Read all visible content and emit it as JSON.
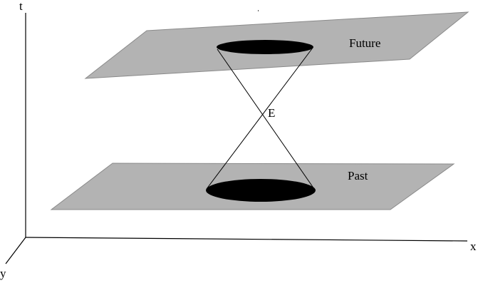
{
  "axes": {
    "t_label": "t",
    "x_label": "x",
    "y_label": "y"
  },
  "planes": {
    "future_label": "Future",
    "past_label": "Past"
  },
  "event": {
    "label": "E"
  },
  "colors": {
    "plane_fill": "#b3b3b3",
    "cross_section_fill": "#000000",
    "line_color": "#000000",
    "background": "#ffffff"
  }
}
